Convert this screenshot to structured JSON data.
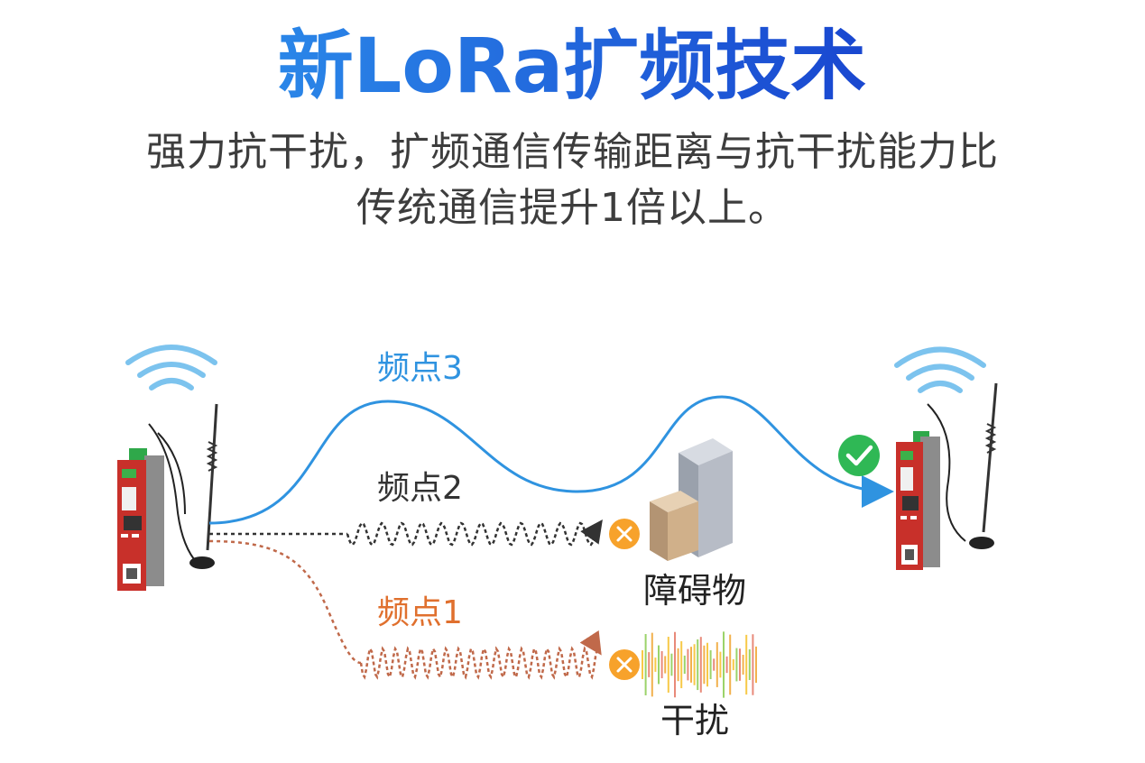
{
  "title": "新LoRa扩频技术",
  "subtitle_line1": "强力抗干扰，扩频通信传输距离与抗干扰能力比",
  "subtitle_line2": "传统通信提升1倍以上。",
  "diagram": {
    "channels": [
      {
        "label": "频点3",
        "status": "success"
      },
      {
        "label": "频点2",
        "status": "blocked"
      },
      {
        "label": "频点1",
        "status": "blocked"
      }
    ],
    "obstacle_label": "障碍物",
    "interference_label": "干扰",
    "colors": {
      "channel3": "#2f93e0",
      "channel2": "#333333",
      "channel1": "#c0694a",
      "blocked_marker": "#f7a22b",
      "success_marker": "#2fb855",
      "device_body": "#c8302a",
      "wifi_icon": "#7cc3ee"
    },
    "icons": [
      "wifi-icon",
      "gateway-device",
      "antenna",
      "check-icon",
      "x-icon",
      "building-icon",
      "interference-wave"
    ]
  }
}
